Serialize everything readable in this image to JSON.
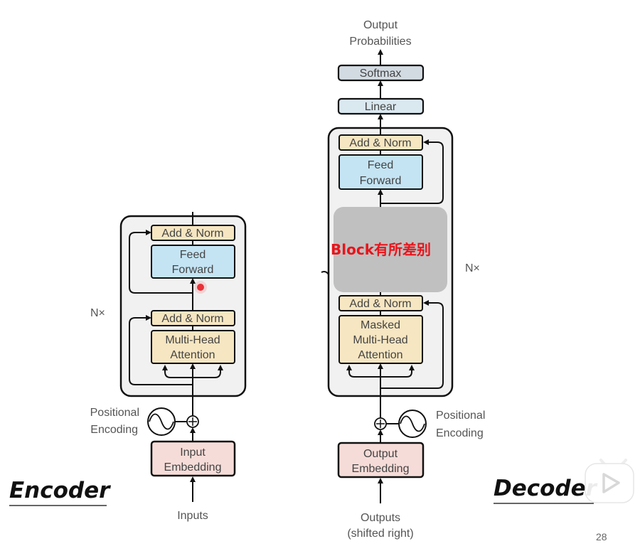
{
  "encoder": {
    "title": "Encoder",
    "nx_label": "N×",
    "add_norm_top": "Add & Norm",
    "feed_forward": [
      "Feed",
      "Forward"
    ],
    "add_norm_bottom": "Add & Norm",
    "attention": [
      "Multi-Head",
      "Attention"
    ],
    "positional_encoding": [
      "Positional",
      "Encoding"
    ],
    "embedding": [
      "Input",
      "Embedding"
    ],
    "input_label": "Inputs"
  },
  "decoder": {
    "title": "Decoder",
    "nx_label": "N×",
    "output_probabilities": [
      "Output",
      "Probabilities"
    ],
    "softmax": "Softmax",
    "linear": "Linear",
    "add_norm_top": "Add & Norm",
    "feed_forward": [
      "Feed",
      "Forward"
    ],
    "overlay_text": "Block有所差别",
    "add_norm_bottom": "Add & Norm",
    "attention": [
      "Masked",
      "Multi-Head",
      "Attention"
    ],
    "positional_encoding": [
      "Positional",
      "Encoding"
    ],
    "embedding": [
      "Output",
      "Embedding"
    ],
    "input_label": [
      "Outputs",
      "(shifted right)"
    ]
  },
  "page_number": "28",
  "watermark_icon": "video-play-icon",
  "colors": {
    "add_norm": "#f6e6c1",
    "feed_forward": "#c4e4f4",
    "attention": "#f6e6c1",
    "embedding": "#f6dcd8",
    "softmax": "#d3dbe2",
    "linear": "#dae8f0",
    "block_bg": "#f1f1f1",
    "overlay": "#bdbdbd",
    "overlay_text": "#e8141b"
  }
}
